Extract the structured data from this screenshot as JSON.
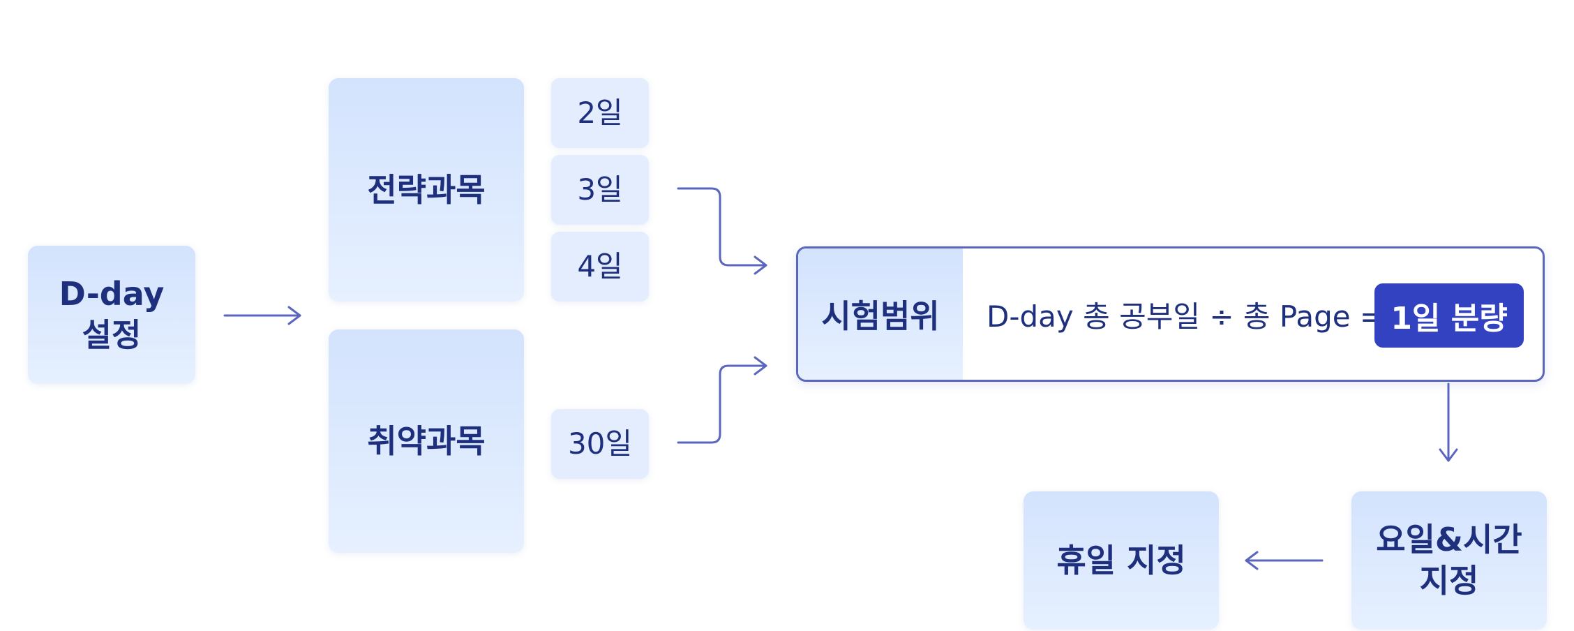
{
  "dday": {
    "line1": "D-day",
    "line2": "설정"
  },
  "strategy": {
    "label": "전략과목"
  },
  "weak": {
    "label": "취약과목"
  },
  "day_options": {
    "d2": "2일",
    "d3": "3일",
    "d4": "4일",
    "d30": "30일"
  },
  "formula": {
    "scope_label": "시험범위",
    "expression": "D-day 총 공부일 ÷ 총 Page =",
    "result": "1일 분량"
  },
  "schedule": {
    "line1": "요일&시간",
    "line2": "지정"
  },
  "holiday": {
    "label": "휴일 지정"
  },
  "colors": {
    "box_top": "#d3e3fd",
    "box_bottom": "#e6f0ff",
    "text": "#1e2f7d",
    "arrow": "#5a66bd",
    "result_bg": "#3242c0"
  }
}
